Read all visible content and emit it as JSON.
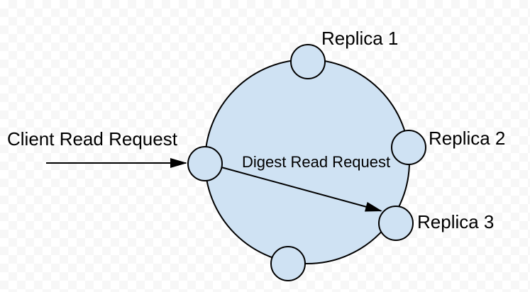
{
  "diagram": {
    "description": "Read-path diagram of a replicated ring cluster: a client read request arrives at a coordinator node on the ring, which sends a digest read request to Replica 3. Ring has five nodes; three are labeled."
  },
  "labels": {
    "client_read_request": "Client Read Request",
    "digest_read_request": "Digest Read Request",
    "replica_1": "Replica 1",
    "replica_2": "Replica 2",
    "replica_3": "Replica 3"
  },
  "colors": {
    "node_fill": "#cfe2f3",
    "outline": "#000000",
    "arrow": "#000000",
    "text": "#000000",
    "checkerboard_light": "#ffffff",
    "checkerboard_dark": "#f7f7f7"
  }
}
